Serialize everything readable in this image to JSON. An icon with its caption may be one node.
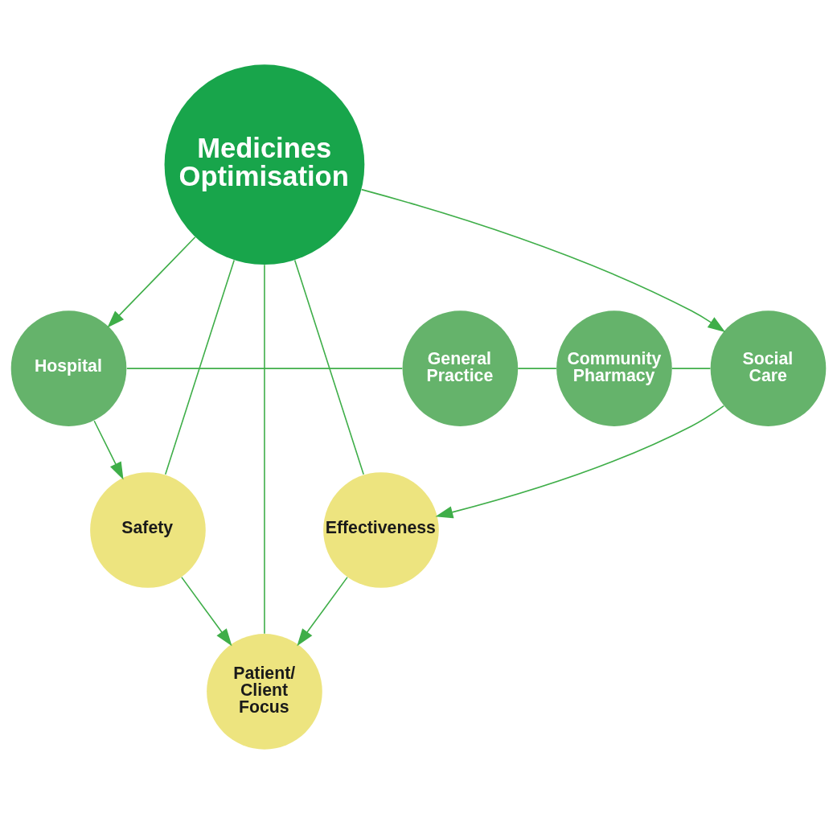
{
  "diagram": {
    "nodes": [
      {
        "text": [
          "Medicines Optimisation"
        ]
      },
      {
        "text": [
          "Hospital"
        ]
      },
      {
        "text": [
          "General Practice"
        ]
      },
      {
        "text": [
          "Community Pharmacy"
        ]
      },
      {
        "text": [
          "Social Care"
        ]
      },
      {
        "text": [
          "Safety"
        ]
      },
      {
        "text": [
          "Effectiveness"
        ]
      },
      {
        "text": [
          "Patient/ Client Focus"
        ]
      }
    ],
    "edges": [
      {
        "from": 0,
        "to": 1,
        "arrow": "to"
      },
      {
        "from": 0,
        "to": 4,
        "arrow": "to"
      },
      {
        "from": 1,
        "to": 5,
        "arrow": "to"
      },
      {
        "from": 4,
        "to": 6,
        "arrow": "to"
      },
      {
        "from": 5,
        "to": 7,
        "arrow": "to"
      },
      {
        "from": 6,
        "to": 7,
        "arrow": "to"
      },
      {
        "from": 1,
        "to": 2,
        "arrow": "none"
      },
      {
        "from": 2,
        "to": 3,
        "arrow": "none"
      },
      {
        "from": 3,
        "to": 4,
        "arrow": "none"
      },
      {
        "from": 0,
        "to": 5,
        "arrow": "none"
      },
      {
        "from": 0,
        "to": 7,
        "arrow": "none"
      },
      {
        "from": 0,
        "to": 6,
        "arrow": "none"
      }
    ]
  }
}
